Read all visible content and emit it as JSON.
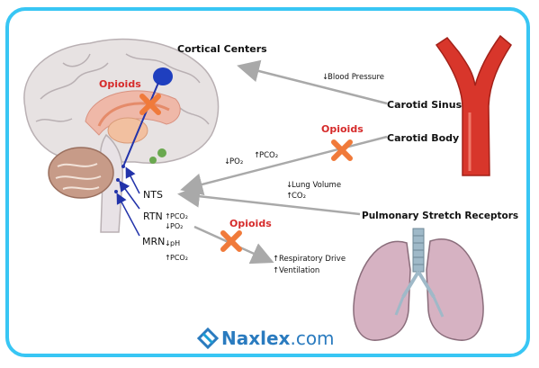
{
  "labels": {
    "cortical_centers": "Cortical Centers",
    "carotid_sinus": "Carotid Sinus",
    "carotid_body": "Carotid Body",
    "pulmonary_stretch": "Pulmonary Stretch Receptors",
    "nts": "NTS",
    "rtn": "RTN",
    "mrn": "MRN"
  },
  "blockers": {
    "opioids_1": "Opioids",
    "opioids_2": "Opioids",
    "opioids_3": "Opioids"
  },
  "annotations": {
    "blood_pressure": "Blood Pressure",
    "po2_down": "PO₂",
    "pco2_up": "PCO₂",
    "lung_volume": "Lung Volume",
    "co2": "CO₂",
    "rtn_pco2": "PCO₂",
    "rtn_po2": "PO₂",
    "mrn_ph": "pH",
    "mrn_pco2": "PCO₂",
    "respiratory_drive": "Respiratory Drive",
    "ventilation": "Ventilation"
  },
  "brand": {
    "name": "Naxlex",
    "tld": ".com"
  },
  "colors": {
    "frame": "#38c6f4",
    "artery": "#d8362b",
    "opioid_x": "#f07a3a",
    "arrow_gray": "#a9a9a9",
    "neuron_blue": "#2233aa"
  }
}
